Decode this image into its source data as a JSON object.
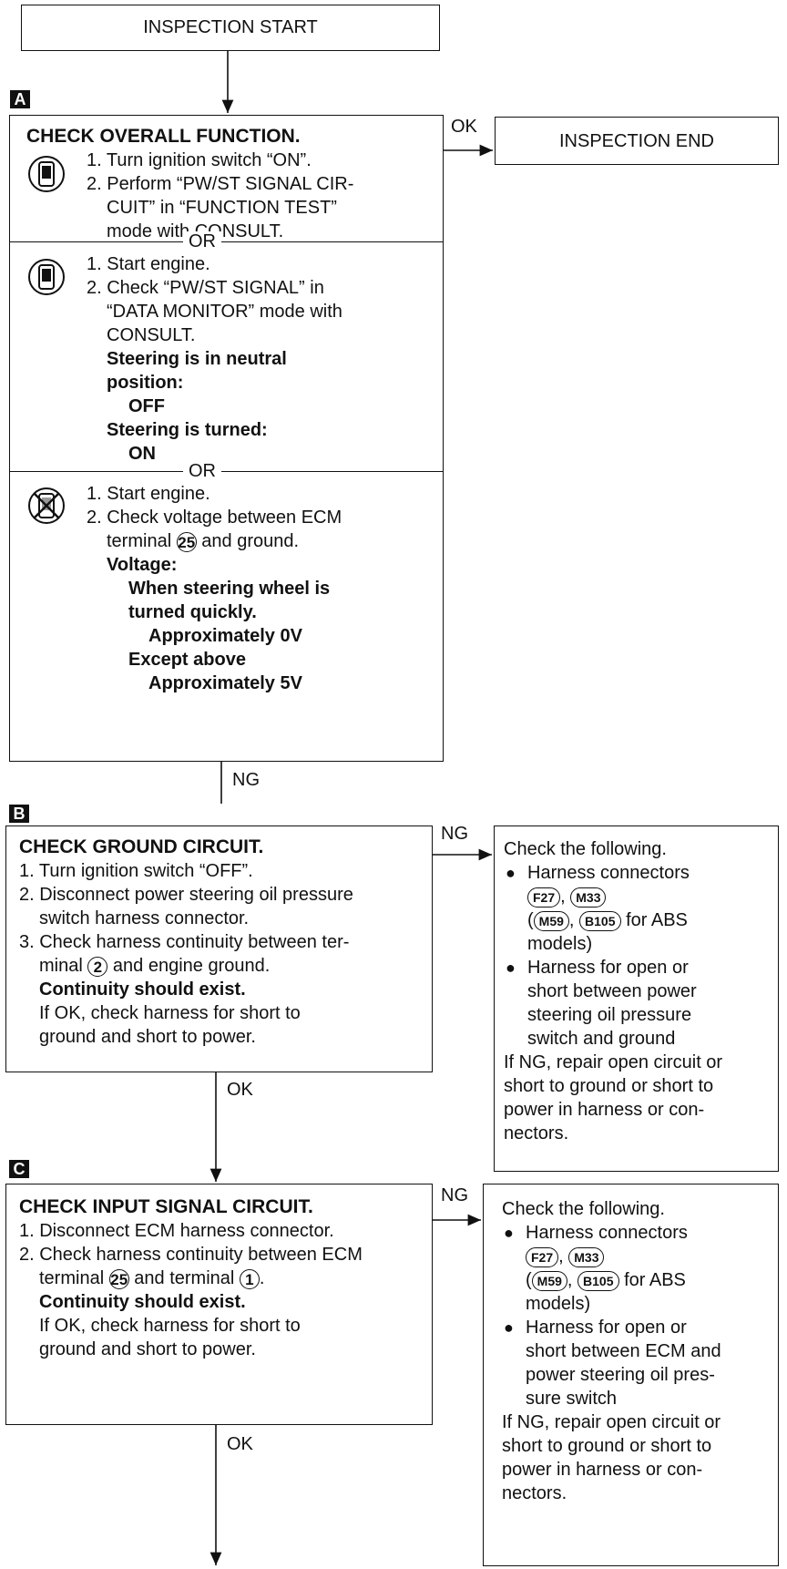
{
  "start": "INSPECTION START",
  "end": "INSPECTION END",
  "steps": {
    "a": "A",
    "b": "B",
    "c": "C"
  },
  "labels": {
    "ok": "OK",
    "ng": "NG"
  },
  "check_a": {
    "title": "CHECK OVERALL FUNCTION.",
    "or": "OR",
    "m1": [
      "1. Turn ignition switch “ON”.",
      "2. Perform “PW/ST SIGNAL CIR-",
      "CUIT” in “FUNCTION TEST”",
      "mode with CONSULT."
    ],
    "m2": [
      "1. Start engine.",
      "2. Check “PW/ST SIGNAL” in",
      "“DATA MONITOR” mode with",
      "CONSULT.",
      "Steering is in neutral",
      "position:",
      "OFF",
      "Steering is turned:",
      "ON"
    ],
    "m3": {
      "l1": "1. Start engine.",
      "l2": "2. Check voltage between ECM",
      "l3a": "terminal",
      "terminal": "25",
      "l3b": "and ground.",
      "l4": "Voltage:",
      "l5": "When steering wheel is",
      "l6": "turned quickly.",
      "l7": "Approximately 0V",
      "l8": "Except above",
      "l9": "Approximately 5V"
    }
  },
  "check_b": {
    "title": "CHECK GROUND CIRCUIT.",
    "l1": "1. Turn ignition switch “OFF”.",
    "l2": "2. Disconnect power steering oil pressure",
    "l3": "switch harness connector.",
    "l4": "3. Check harness continuity between ter-",
    "l5a": "minal",
    "terminal": "2",
    "l5b": "and engine ground.",
    "l6": "Continuity should exist.",
    "l7": "If OK, check harness for short to",
    "l8": "ground and short to power."
  },
  "side_b": {
    "l1": "Check the following.",
    "l2": "Harness connectors",
    "c1": "F27",
    "c2": "M33",
    "c3": "M59",
    "c4": "B105",
    "l4": "for ABS",
    "l5": "models)",
    "l6": "Harness for open or",
    "l7": "short between power",
    "l8": "steering oil pressure",
    "l9": "switch and ground",
    "l10": "If NG, repair open circuit or",
    "l11": "short to ground or short to",
    "l12": "power in harness or con-",
    "l13": "nectors."
  },
  "check_c": {
    "title": "CHECK INPUT SIGNAL CIRCUIT.",
    "l1": "1. Disconnect ECM harness connector.",
    "l2": "2. Check harness continuity between ECM",
    "l3a": "terminal",
    "t1": "25",
    "l3b": "and terminal",
    "t2": "1",
    "l4": "Continuity should exist.",
    "l5": "If OK, check harness for short to",
    "l6": "ground and short to power."
  },
  "side_c": {
    "l1": "Check the following.",
    "l2": "Harness connectors",
    "c1": "F27",
    "c2": "M33",
    "c3": "M59",
    "c4": "B105",
    "l4": "for ABS",
    "l5": "models)",
    "l6": "Harness for open or",
    "l7": "short between ECM and",
    "l8": "power steering oil pres-",
    "l9": "sure switch",
    "l10": "If NG, repair open circuit or",
    "l11": "short to ground or short to",
    "l12": "power in harness or con-",
    "l13": "nectors."
  },
  "icons": [
    "consult-icon",
    "consult-icon",
    "no-consult-icon"
  ]
}
